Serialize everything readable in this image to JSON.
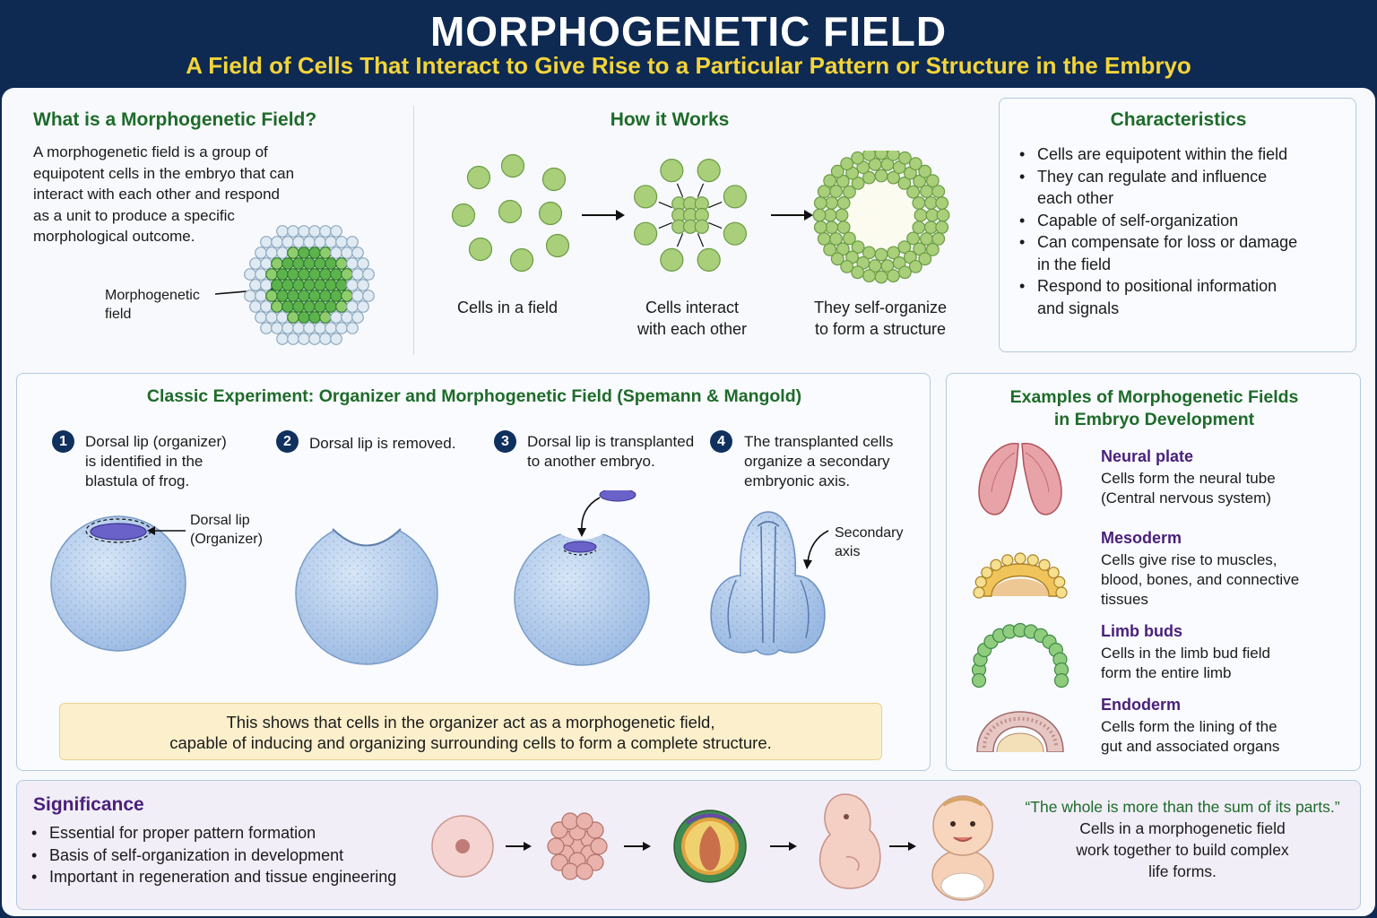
{
  "header": {
    "title": "MORPHOGENETIC FIELD",
    "subtitle": "A Field of Cells That Interact to Give Rise to a Particular Pattern or Structure in the Embryo"
  },
  "what": {
    "heading": "What is a Morphogenetic Field?",
    "lines": [
      "A morphogenetic field is a group of",
      "equipotent cells in the embryo that can",
      "interact with each other and respond",
      "as a unit to produce a specific",
      "morphological outcome."
    ],
    "label_line1": "Morphogenetic",
    "label_line2": "field"
  },
  "how": {
    "heading": "How it Works",
    "steps": [
      {
        "line1": "Cells in a field",
        "line2": ""
      },
      {
        "line1": "Cells interact",
        "line2": "with each other"
      },
      {
        "line1": "They self-organize",
        "line2": "to form a structure"
      }
    ]
  },
  "characteristics": {
    "heading": "Characteristics",
    "items": [
      [
        "Cells are equipotent within the field"
      ],
      [
        "They can regulate and influence",
        "each other"
      ],
      [
        "Capable of self-organization"
      ],
      [
        "Can compensate for loss or damage",
        "in the field"
      ],
      [
        "Respond to positional information",
        "and signals"
      ]
    ]
  },
  "experiment": {
    "heading": "Classic Experiment: Organizer and Morphogenetic Field (Spemann & Mangold)",
    "steps": [
      {
        "num": "1",
        "lines": [
          "Dorsal lip (organizer)",
          "is identified in the",
          "blastula of frog."
        ]
      },
      {
        "num": "2",
        "lines": [
          "Dorsal lip is removed."
        ]
      },
      {
        "num": "3",
        "lines": [
          "Dorsal lip is transplanted",
          "to another embryo."
        ]
      },
      {
        "num": "4",
        "lines": [
          "The transplanted cells",
          "organize a secondary",
          "embryonic axis."
        ]
      }
    ],
    "dorsal_label1": "Dorsal lip",
    "dorsal_label2": "(Organizer)",
    "secondary_label1": "Secondary",
    "secondary_label2": "axis",
    "conclusion1": "This shows that cells in the organizer act as a morphogenetic field,",
    "conclusion2": "capable of inducing and organizing surrounding cells to form a complete structure."
  },
  "examples": {
    "heading1": "Examples of Morphogenetic Fields",
    "heading2": "in Embryo Development",
    "items": [
      {
        "title": "Neural plate",
        "lines": [
          "Cells form the neural tube",
          "(Central nervous system)"
        ]
      },
      {
        "title": "Mesoderm",
        "lines": [
          "Cells give rise to muscles,",
          "blood, bones, and connective",
          "tissues"
        ]
      },
      {
        "title": "Limb buds",
        "lines": [
          "Cells in the limb bud field",
          "form the entire limb"
        ]
      },
      {
        "title": "Endoderm",
        "lines": [
          "Cells form the lining of the",
          "gut and associated organs"
        ]
      }
    ]
  },
  "significance": {
    "heading": "Significance",
    "items": [
      "Essential for proper pattern formation",
      "Basis of self-organization in development",
      "Important in regeneration and tissue engineering"
    ],
    "quote": "“The whole is more than the sum of its parts.”",
    "quote_lines": [
      "Cells in a morphogenetic field",
      "work together to build complex",
      "life forms."
    ]
  },
  "colors": {
    "header_bg": "#0e2a52",
    "subtitle": "#f3d43a",
    "heading_green": "#1e6b2a",
    "example_purple": "#4a1f7a",
    "cell_green": "#a9cf7a",
    "embryo_blue": "#b3cbeb",
    "organizer_purple": "#6a62c8"
  }
}
